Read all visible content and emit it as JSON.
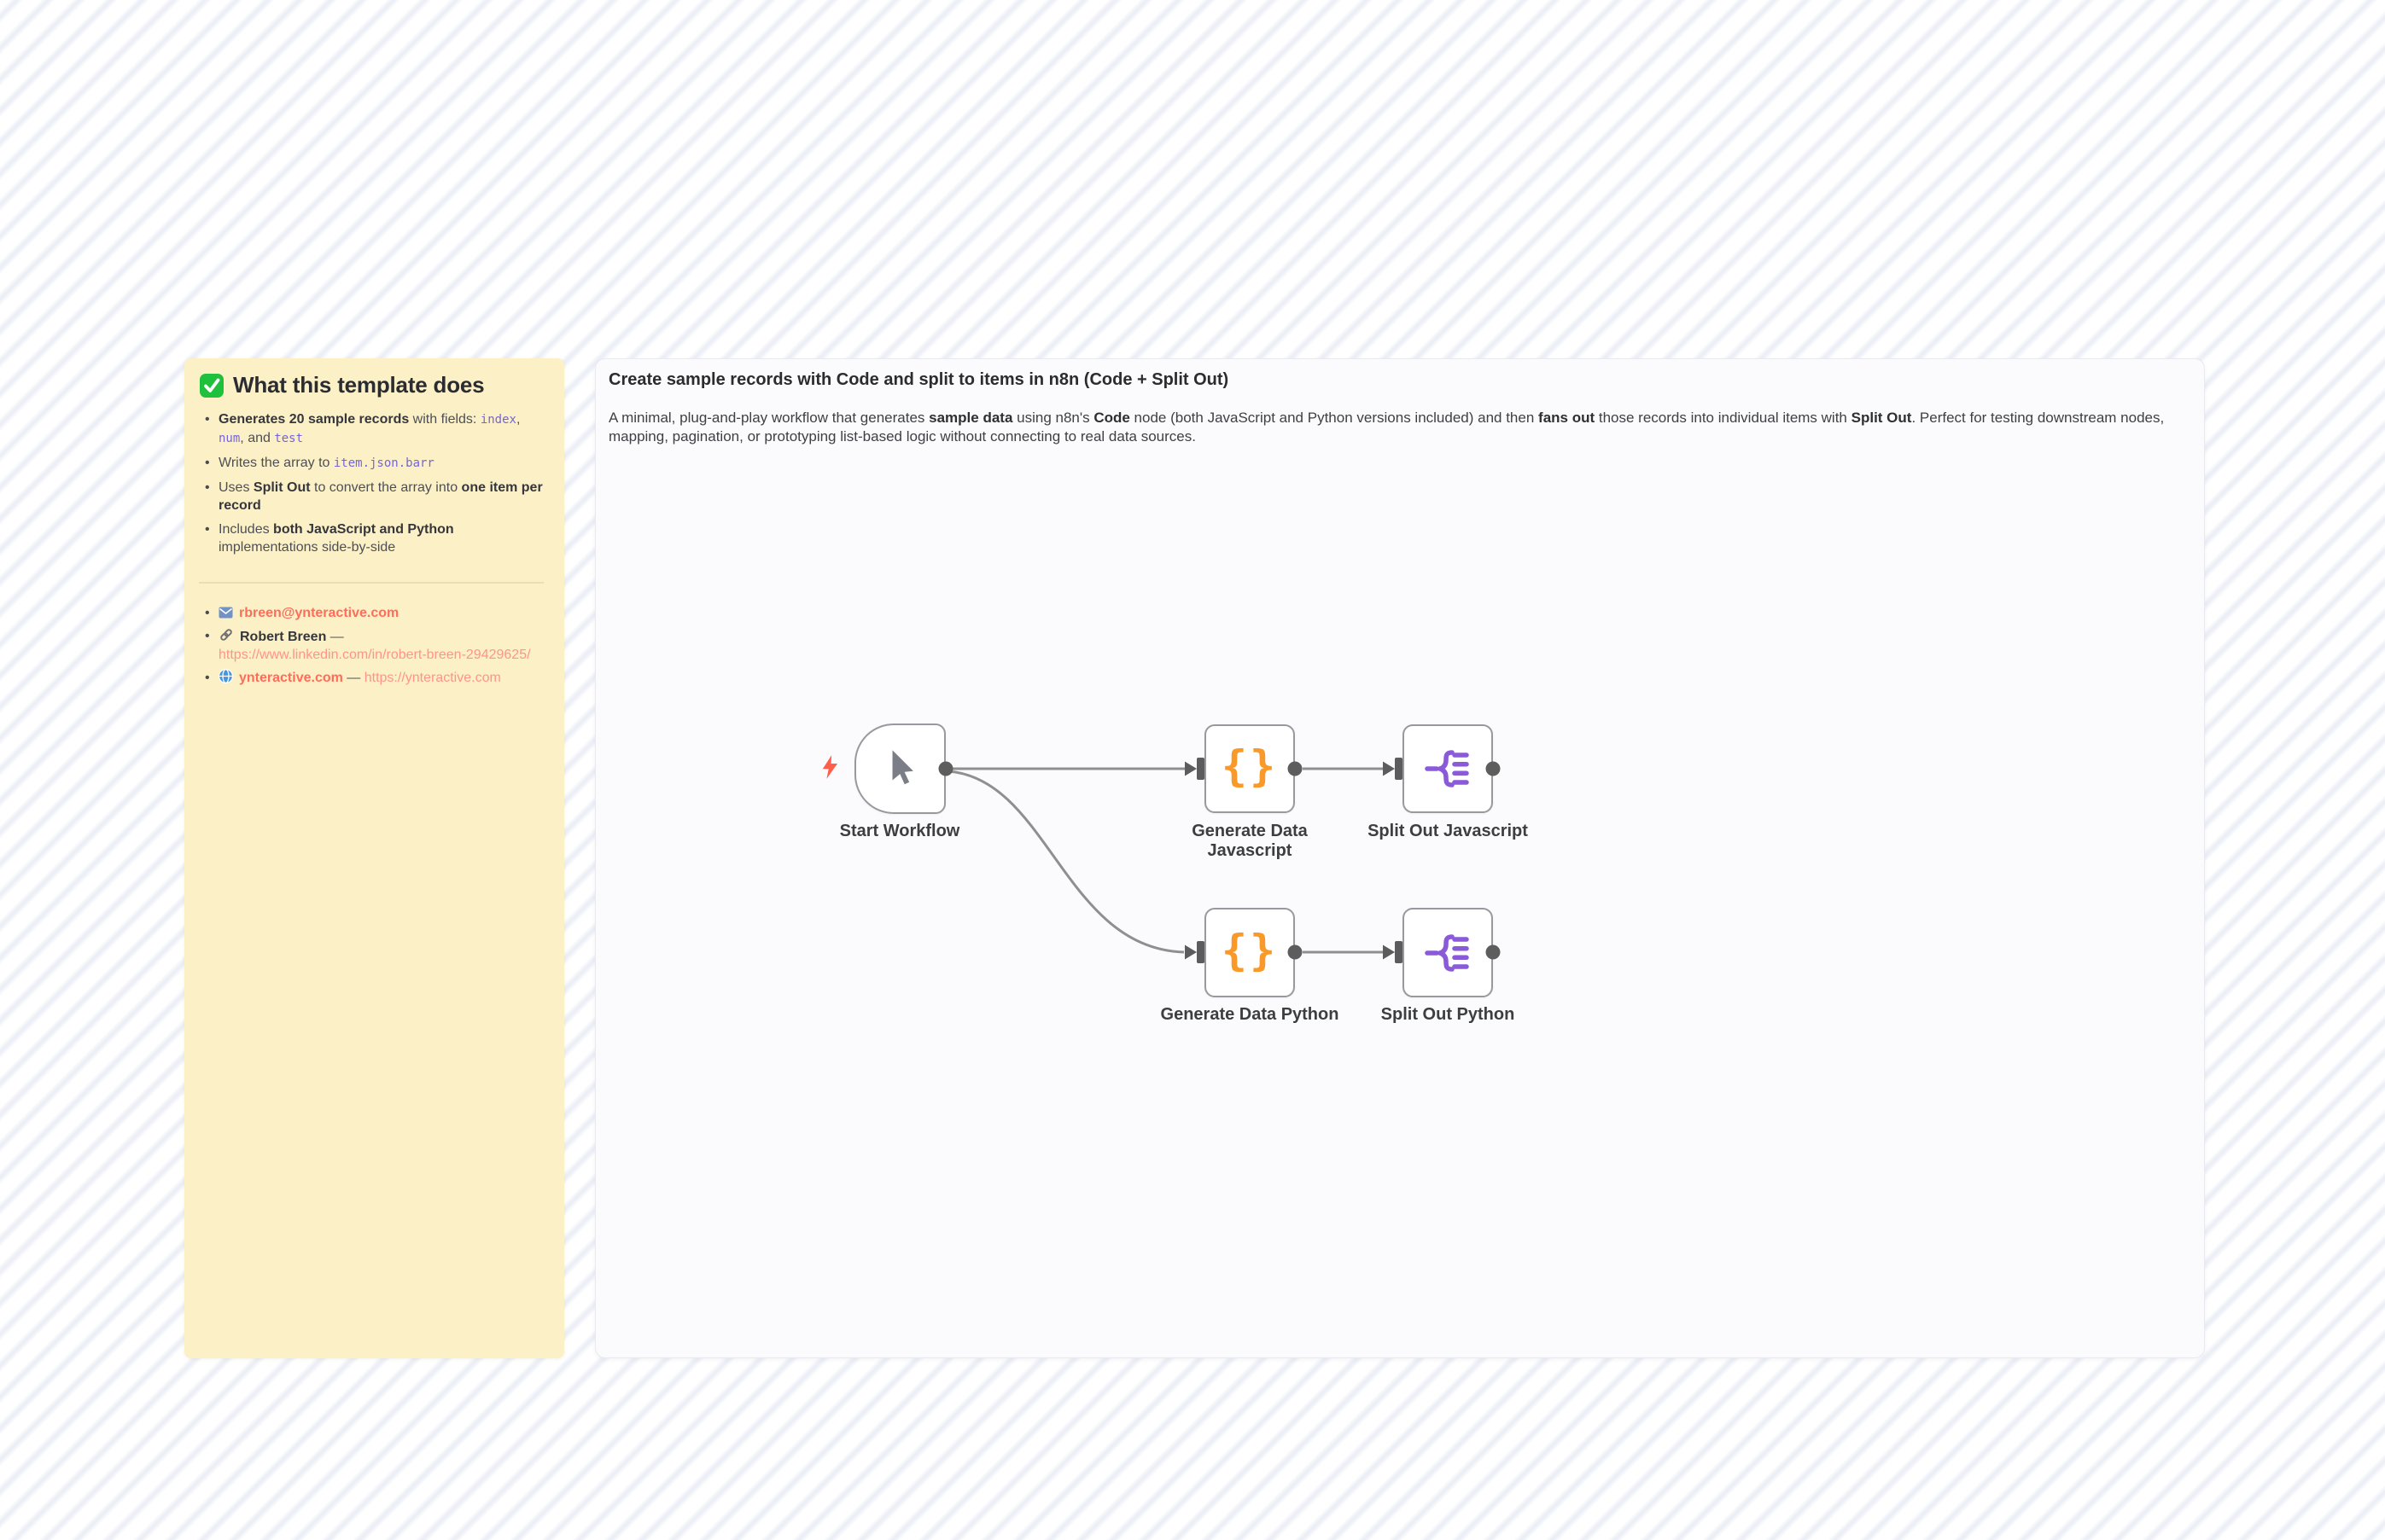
{
  "sticky": {
    "title": "What this template does",
    "bullets": [
      {
        "runs": [
          {
            "t": "Generates 20 sample records",
            "b": true
          },
          {
            "t": " with fields: "
          },
          {
            "t": "index",
            "code": true
          },
          {
            "t": ", "
          },
          {
            "t": "num",
            "code": true
          },
          {
            "t": ", and "
          },
          {
            "t": "test",
            "code": true
          }
        ]
      },
      {
        "runs": [
          {
            "t": "Writes the array to "
          },
          {
            "t": "item.json.barr",
            "code": true
          }
        ]
      },
      {
        "runs": [
          {
            "t": "Uses "
          },
          {
            "t": "Split Out",
            "b": true
          },
          {
            "t": " to convert the array into "
          },
          {
            "t": "one item per record",
            "b": true
          }
        ]
      },
      {
        "runs": [
          {
            "t": "Includes "
          },
          {
            "t": "both JavaScript and Python",
            "b": true
          },
          {
            "t": " implementations side-by-side"
          }
        ]
      }
    ],
    "contacts": [
      {
        "icon": "email-icon",
        "runs": [
          {
            "t": "rbreen@ynteractive.com",
            "link_bold": true
          }
        ]
      },
      {
        "icon": "link-icon",
        "runs": [
          {
            "t": "Robert Breen",
            "b": true
          },
          {
            "t": " — "
          },
          {
            "t": "https://www.linkedin.com/in/robert-breen-29429625/",
            "link": true
          }
        ]
      },
      {
        "icon": "globe-icon",
        "runs": [
          {
            "t": "ynteractive.com",
            "link_bold": true
          },
          {
            "t": " — "
          },
          {
            "t": "https://ynteractive.com",
            "link": true
          }
        ]
      }
    ]
  },
  "canvas": {
    "title": "Create sample records with Code and split to items in n8n (Code + Split Out)",
    "description_runs": [
      {
        "t": "A minimal, plug-and-play workflow that generates "
      },
      {
        "t": "sample data",
        "b": true
      },
      {
        "t": " using n8n's "
      },
      {
        "t": "Code",
        "b": true
      },
      {
        "t": " node (both JavaScript and Python versions included) and then "
      },
      {
        "t": "fans out",
        "b": true
      },
      {
        "t": " those records into individual items with "
      },
      {
        "t": "Split Out",
        "b": true
      },
      {
        "t": ". Perfect for testing downstream nodes, mapping, pagination, or prototyping list-based logic without connecting to real data sources."
      }
    ],
    "nodes": [
      {
        "label": "Start Workflow"
      },
      {
        "label": "Generate Data\nJavascript"
      },
      {
        "label": "Split Out Javascript"
      },
      {
        "label": "Generate Data Python"
      },
      {
        "label": "Split Out Python"
      }
    ],
    "icons": {
      "code_node_glyph": "{}"
    }
  },
  "colors": {
    "sticky_bg": "#fcf0c7",
    "link_strong": "#ff6d5a",
    "link_light": "#ff9488",
    "code_purple": "#7565d8",
    "code_node_orange": "#f9992a",
    "split_node_purple": "#8a5ad8",
    "bolt_red": "#ff5e4d",
    "check_green": "#1fc13c"
  }
}
